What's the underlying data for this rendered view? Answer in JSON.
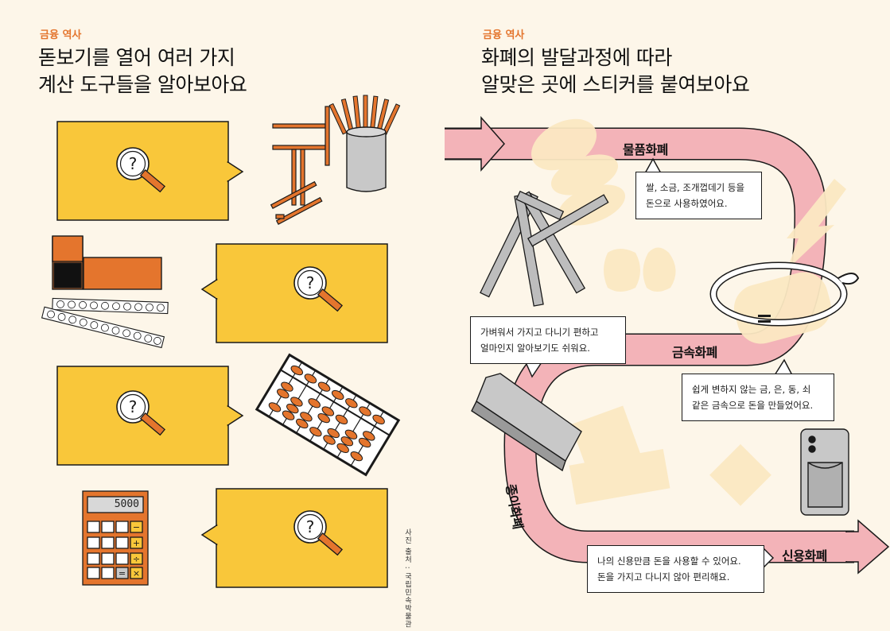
{
  "left_page": {
    "kicker": "금융 역사",
    "title_lines": [
      "돋보기를 열어 여러 가지",
      "계산 도구들을 알아보아요"
    ],
    "calculator_display": "5000",
    "calculator_keys": [
      "−",
      "+",
      "÷",
      "=",
      "×"
    ],
    "photo_credit": "사진 출처 : 국립민속박물관"
  },
  "right_page": {
    "kicker": "금융 역사",
    "title_lines": [
      "화폐의 발달과정에 따라",
      "알맞은 곳에 스티커를 붙여보아요"
    ],
    "stages": {
      "commodity": "물품화폐",
      "metal": "금속화폐",
      "paper": "종이화폐",
      "credit": "신용화폐"
    },
    "bubbles": {
      "commodity": [
        "쌀, 소금, 조개껍데기 등을",
        "돈으로 사용하였어요."
      ],
      "paper": [
        "가벼워서 가지고 다니기 편하고",
        "얼마인지 알아보기도 쉬워요."
      ],
      "metal": [
        "쉽게 변하지 않는 금, 은, 동, 쇠",
        "같은 금속으로 돈을 만들었어요."
      ],
      "credit": [
        "나의 신용만큼 돈을 사용할 수 있어요.",
        "돈을 가지고 다니지 않아 편리해요."
      ]
    }
  },
  "colors": {
    "background": "#fdf6e9",
    "accent_orange": "#e4752d",
    "card_yellow": "#f9c73a",
    "path_pink": "#f3b3b8",
    "sticker_cream": "#fbe8c2",
    "tool_gray": "#bdbdbd"
  }
}
